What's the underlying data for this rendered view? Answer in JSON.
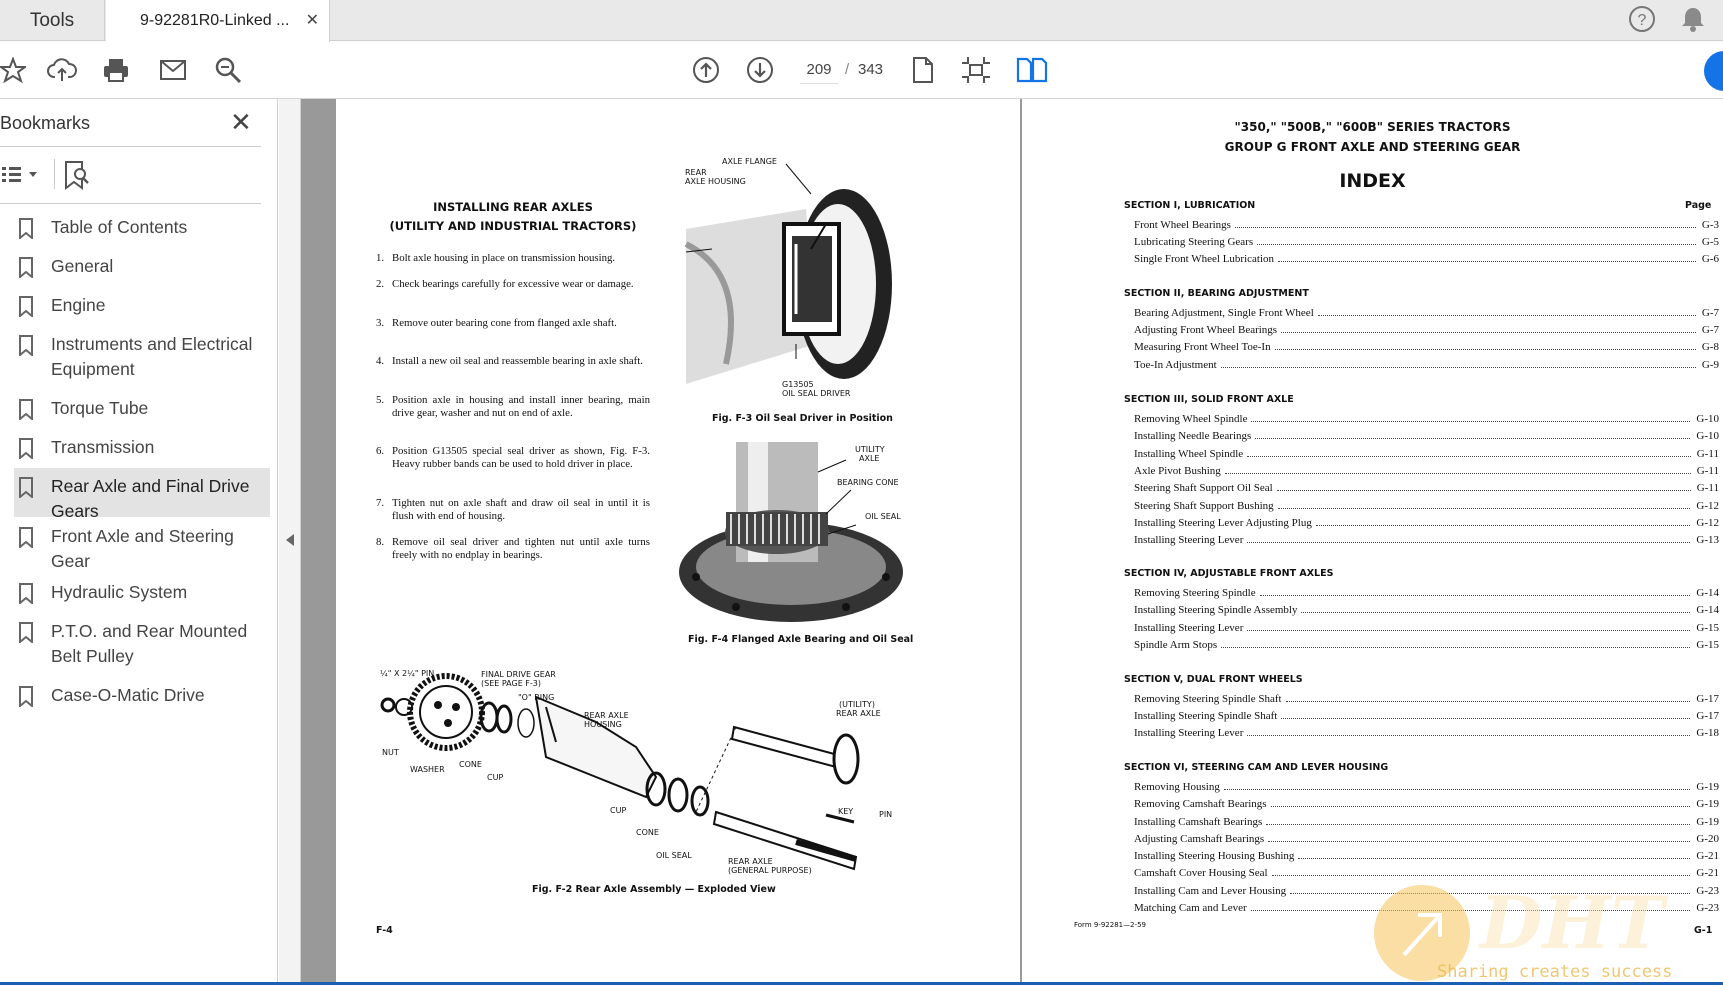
{
  "tabs": {
    "tools": "Tools",
    "document": "9-92281R0-Linked ..."
  },
  "toolbar": {
    "page_current": "209",
    "page_sep": "/",
    "page_total": "343"
  },
  "sidebar": {
    "title": "Bookmarks",
    "items": [
      {
        "label": "Table of Contents"
      },
      {
        "label": "General"
      },
      {
        "label": "Engine"
      },
      {
        "label": "Instruments and Electrical Equipment"
      },
      {
        "label": "Torque Tube"
      },
      {
        "label": "Transmission"
      },
      {
        "label": "Rear Axle and Final Drive Gears"
      },
      {
        "label": "Front Axle and Steering Gear"
      },
      {
        "label": "Hydraulic System"
      },
      {
        "label": "P.T.O. and Rear Mounted Belt Pulley"
      },
      {
        "label": "Case-O-Matic Drive"
      }
    ],
    "selected_index": 6
  },
  "left_page": {
    "heading1": "INSTALLING REAR AXLES",
    "heading2": "(UTILITY AND INDUSTRIAL TRACTORS)",
    "steps": [
      {
        "n": "1.",
        "text": "Bolt axle housing in place on transmission housing."
      },
      {
        "n": "2.",
        "text": "Check bearings carefully for excessive wear or damage."
      },
      {
        "n": "3.",
        "text": "Remove outer bearing cone from flanged axle shaft."
      },
      {
        "n": "4.",
        "text": "Install a new oil seal and reassemble bearing in axle shaft."
      },
      {
        "n": "5.",
        "text": "Position axle in housing and install inner bearing, main drive gear, washer and nut on end of axle."
      },
      {
        "n": "6.",
        "text": "Position G13505 special seal driver as shown, Fig. F-3. Heavy rubber bands can be used to hold driver in place."
      },
      {
        "n": "7.",
        "text": "Tighten nut on axle shaft and draw oil seal in until it is flush with end of housing."
      },
      {
        "n": "8.",
        "text": "Remove oil seal driver and tighten nut until axle turns freely with no endplay in bearings."
      }
    ],
    "fig3": {
      "caption": "Fig. F-3    Oil Seal Driver in Position",
      "labels": [
        "AXLE FLANGE",
        "REAR",
        "AXLE HOUSING",
        "G13505",
        "OIL SEAL DRIVER"
      ]
    },
    "fig4": {
      "caption": "Fig. F-4    Flanged Axle Bearing and Oil Seal",
      "labels": [
        "UTILITY",
        "AXLE",
        "BEARING CONE",
        "OIL SEAL"
      ]
    },
    "fig2": {
      "caption": "Fig. F-2    Rear Axle Assembly — Exploded View",
      "labels": [
        "¼\" X 2¼\" PIN",
        "FINAL DRIVE GEAR",
        "(SEE PAGE F-3)",
        "\"O\" RING",
        "REAR AXLE",
        "HOUSING",
        "(UTILITY)",
        "REAR AXLE",
        "NUT",
        "WASHER",
        "CONE",
        "CUP",
        "CUP",
        "CONE",
        "OIL SEAL",
        "KEY",
        "PIN",
        "REAR AXLE",
        "(GENERAL PURPOSE)"
      ]
    },
    "page_number": "F-4"
  },
  "right_page": {
    "title1": "\"350,\" \"500B,\" \"600B\" SERIES TRACTORS",
    "title2": "GROUP G FRONT AXLE AND STEERING GEAR",
    "index_title": "INDEX",
    "page_header": "Page",
    "sections": [
      {
        "title": "SECTION I, LUBRICATION",
        "rows": [
          {
            "name": "Front Wheel Bearings",
            "page": "G-3"
          },
          {
            "name": "Lubricating Steering Gears",
            "page": "G-5"
          },
          {
            "name": "Single Front Wheel Lubrication",
            "page": "G-6"
          }
        ]
      },
      {
        "title": "SECTION II, BEARING ADJUSTMENT",
        "rows": [
          {
            "name": "Bearing Adjustment, Single Front Wheel",
            "page": "G-7"
          },
          {
            "name": "Adjusting Front Wheel Bearings",
            "page": "G-7"
          },
          {
            "name": "Measuring Front Wheel Toe-In",
            "page": "G-8"
          },
          {
            "name": "Toe-In Adjustment",
            "page": "G-9"
          }
        ]
      },
      {
        "title": "SECTION III, SOLID FRONT AXLE",
        "rows": [
          {
            "name": "Removing Wheel Spindle",
            "page": "G-10"
          },
          {
            "name": "Installing Needle Bearings",
            "page": "G-10"
          },
          {
            "name": "Installing Wheel Spindle",
            "page": "G-11"
          },
          {
            "name": "Axle Pivot Bushing",
            "page": "G-11"
          },
          {
            "name": "Steering Shaft Support Oil Seal",
            "page": "G-11"
          },
          {
            "name": "Steering Shaft Support Bushing",
            "page": "G-12"
          },
          {
            "name": "Installing Steering Lever Adjusting Plug",
            "page": "G-12"
          },
          {
            "name": "Installing Steering Lever",
            "page": "G-13"
          }
        ]
      },
      {
        "title": "SECTION IV, ADJUSTABLE FRONT AXLES",
        "rows": [
          {
            "name": "Removing Steering Spindle",
            "page": "G-14"
          },
          {
            "name": "Installing Steering Spindle Assembly",
            "page": "G-14"
          },
          {
            "name": "Installing Steering Lever",
            "page": "G-15"
          },
          {
            "name": "Spindle Arm Stops",
            "page": "G-15"
          }
        ]
      },
      {
        "title": "SECTION V, DUAL FRONT WHEELS",
        "rows": [
          {
            "name": "Removing Steering Spindle Shaft",
            "page": "G-17"
          },
          {
            "name": "Installing Steering Spindle Shaft",
            "page": "G-17"
          },
          {
            "name": "Installing Steering Lever",
            "page": "G-18"
          }
        ]
      },
      {
        "title": "SECTION VI, STEERING CAM AND LEVER HOUSING",
        "rows": [
          {
            "name": "Removing Housing",
            "page": "G-19"
          },
          {
            "name": "Removing Camshaft Bearings",
            "page": "G-19"
          },
          {
            "name": "Installing Camshaft Bearings",
            "page": "G-19"
          },
          {
            "name": "Adjusting Camshaft Bearings",
            "page": "G-20"
          },
          {
            "name": "Installing Steering Housing Bushing",
            "page": "G-21"
          },
          {
            "name": "Camshaft Cover Housing Seal",
            "page": "G-21"
          },
          {
            "name": "Installing Cam and Lever Housing",
            "page": "G-23"
          },
          {
            "name": "Matching Cam and Lever",
            "page": "G-23"
          }
        ]
      }
    ],
    "form_number": "Form 9-92281—2-59",
    "page_number": "G-1"
  },
  "watermark": {
    "text": "Sharing creates success",
    "logo": "DHT"
  },
  "colors": {
    "accent": "#1473e6",
    "viewer_bg": "#999999"
  }
}
